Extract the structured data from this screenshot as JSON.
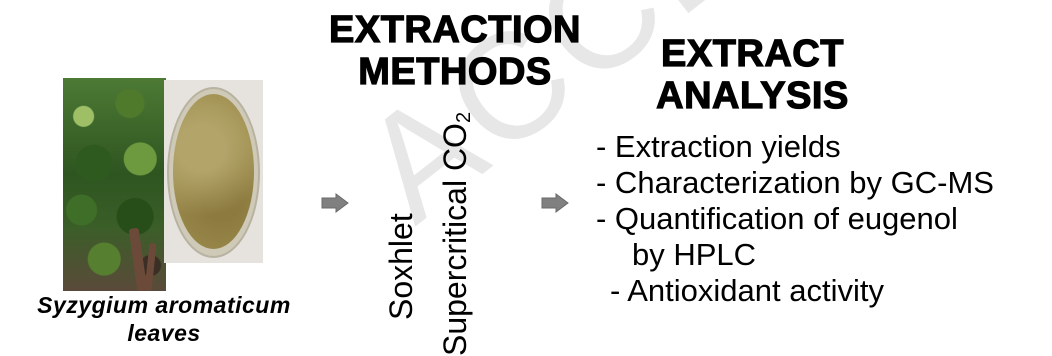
{
  "source": {
    "species_name": "Syzygium aromaticum",
    "plant_part": "leaves"
  },
  "methods": {
    "heading_line1": "EXTRACTION",
    "heading_line2": "METHODS",
    "soxhlet": "Soxhlet",
    "supercritical_prefix": "Supercritical CO",
    "supercritical_subscript": "2"
  },
  "analysis": {
    "heading_line1": "EXTRACT",
    "heading_line2": "ANALYSIS",
    "items": [
      "- Extraction yields",
      "- Characterization by GC-MS",
      "- Quantification of eugenol",
      "by HPLC",
      "- Antioxidant activity"
    ]
  },
  "watermark": "ACCEPTED MA",
  "colors": {
    "arrow": "#808080",
    "text": "#000000",
    "watermark": "#aaaaaa"
  }
}
